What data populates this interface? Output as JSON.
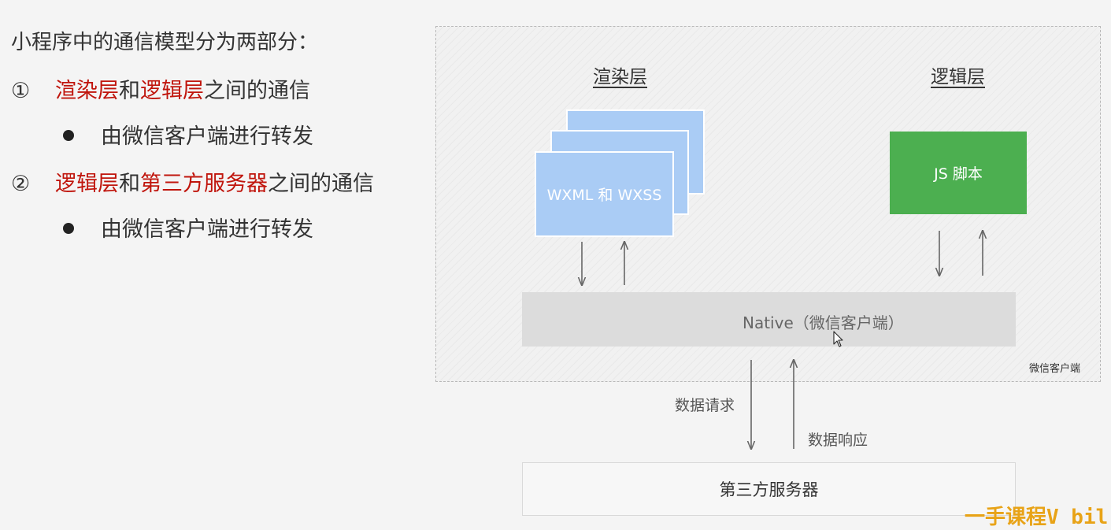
{
  "left_panel": {
    "heading": "小程序中的通信模型分为两部分：",
    "items": [
      {
        "marker": "①",
        "part1": "渲染层",
        "mid": "和",
        "part2": "逻辑层",
        "tail": "之间的通信",
        "sub": "由微信客户端进行转发"
      },
      {
        "marker": "②",
        "part1": "逻辑层",
        "mid": "和",
        "part2": "第三方服务器",
        "tail": "之间的通信",
        "sub": "由微信客户端进行转发"
      }
    ]
  },
  "diagram": {
    "render_layer_title": "渲染层",
    "logic_layer_title": "逻辑层",
    "render_card_label": "WXML 和 WXSS",
    "js_box_label": "JS 脚本",
    "native_label": "Native（微信客户端）",
    "frame_caption": "微信客户端",
    "request_label": "数据请求",
    "response_label": "数据响应",
    "server_label": "第三方服务器",
    "colors": {
      "highlight_red": "#c0150c",
      "card_blue": "#aaccf5",
      "js_green": "#4caf50",
      "native_gray": "#dcdcdc"
    }
  },
  "watermark": "一手课程V bil"
}
